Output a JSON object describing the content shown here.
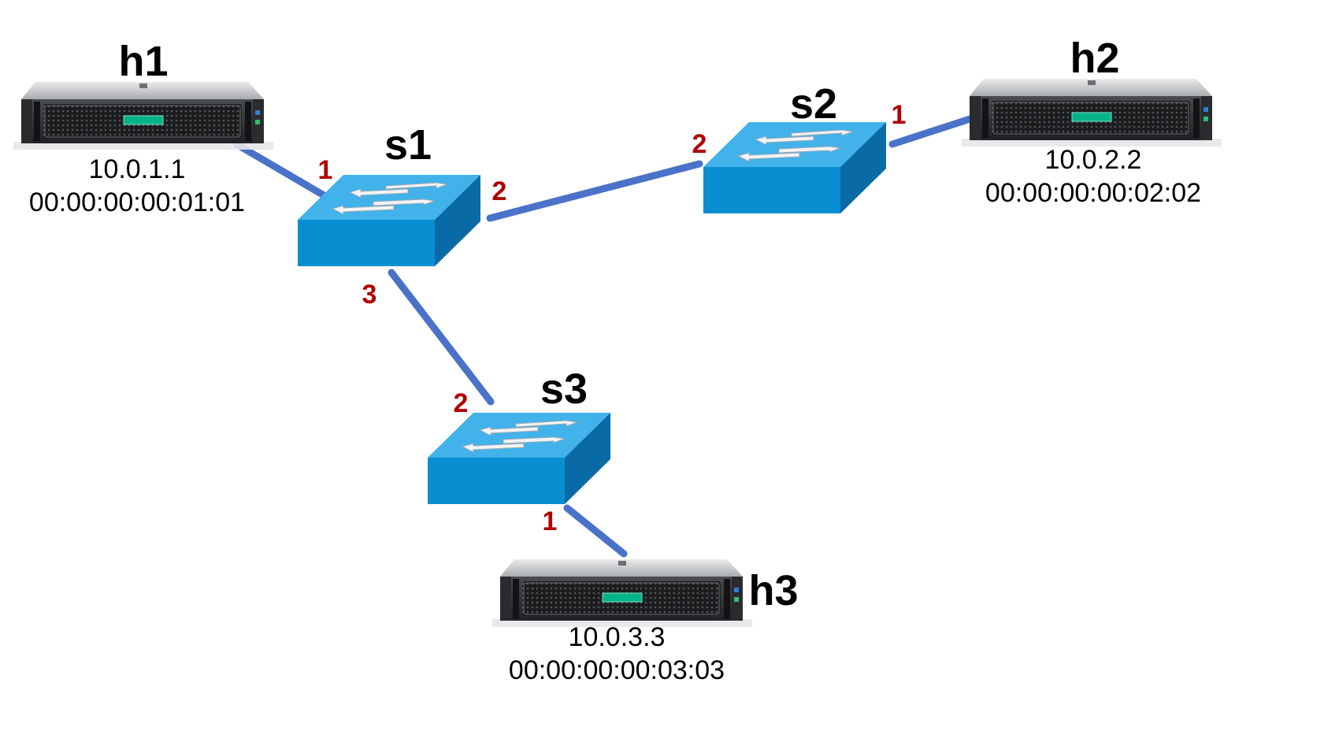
{
  "colors": {
    "link": "#4a72c8",
    "port_label": "#b00000",
    "switch_front": "#0a8ed2",
    "switch_top": "#41b3ea",
    "switch_side": "#0a6aa6",
    "server_body": "#3b3d40",
    "server_bezel": "#1a1b1d",
    "server_led": "#00b388"
  },
  "hosts": [
    {
      "id": "h1",
      "name": "h1",
      "ip": "10.0.1.1",
      "mac": "00:00:00:00:01:01",
      "icon": "rack-server-icon"
    },
    {
      "id": "h2",
      "name": "h2",
      "ip": "10.0.2.2",
      "mac": "00:00:00:00:02:02",
      "icon": "rack-server-icon"
    },
    {
      "id": "h3",
      "name": "h3",
      "ip": "10.0.3.3",
      "mac": "00:00:00:00:03:03",
      "icon": "rack-server-icon"
    }
  ],
  "switches": [
    {
      "id": "s1",
      "name": "s1",
      "icon": "network-switch-icon"
    },
    {
      "id": "s2",
      "name": "s2",
      "icon": "network-switch-icon"
    },
    {
      "id": "s3",
      "name": "s3",
      "icon": "network-switch-icon"
    }
  ],
  "links": [
    {
      "from": "h1",
      "to": "s1",
      "from_port": "",
      "to_port": "1"
    },
    {
      "from": "s1",
      "to": "s2",
      "from_port": "2",
      "to_port": "2"
    },
    {
      "from": "s2",
      "to": "h2",
      "from_port": "1",
      "to_port": ""
    },
    {
      "from": "s1",
      "to": "s3",
      "from_port": "3",
      "to_port": "2"
    },
    {
      "from": "s3",
      "to": "h3",
      "from_port": "1",
      "to_port": ""
    }
  ]
}
